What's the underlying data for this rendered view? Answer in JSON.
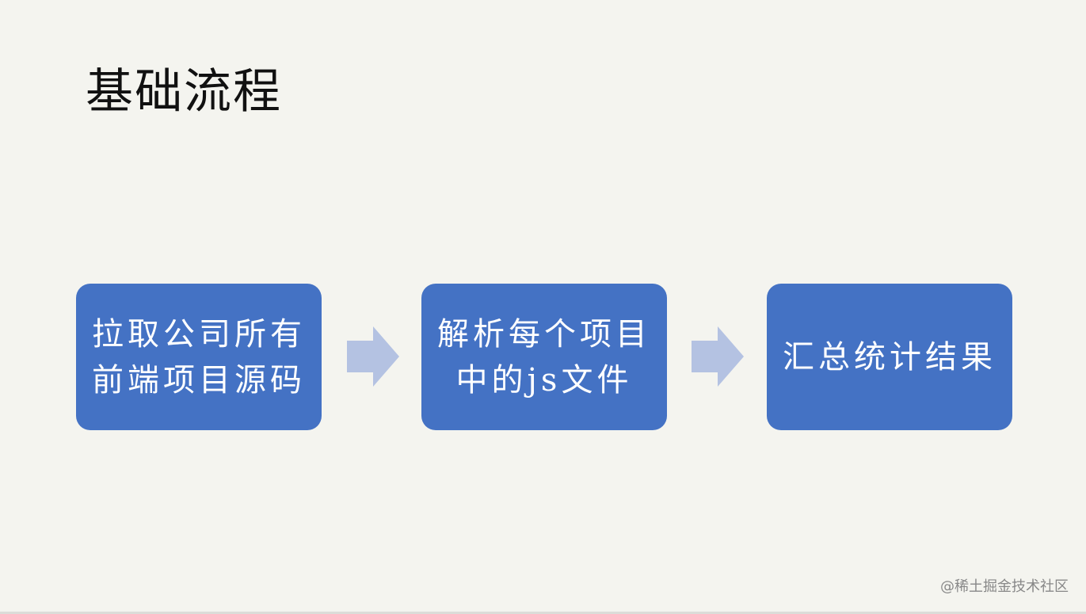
{
  "title": "基础流程",
  "steps": [
    {
      "line1": "拉取公司所有",
      "line2": "前端项目源码"
    },
    {
      "line1": "解析每个项目",
      "line2": "中的js文件"
    },
    {
      "line1": "汇总统计结果",
      "line2": ""
    }
  ],
  "arrow_icon": "right-arrow",
  "colors": {
    "background": "#f4f4ef",
    "box": "#4472c4",
    "arrow": "#b4c2e2",
    "text_on_box": "#ffffff"
  },
  "watermark": "@稀土掘金技术社区"
}
